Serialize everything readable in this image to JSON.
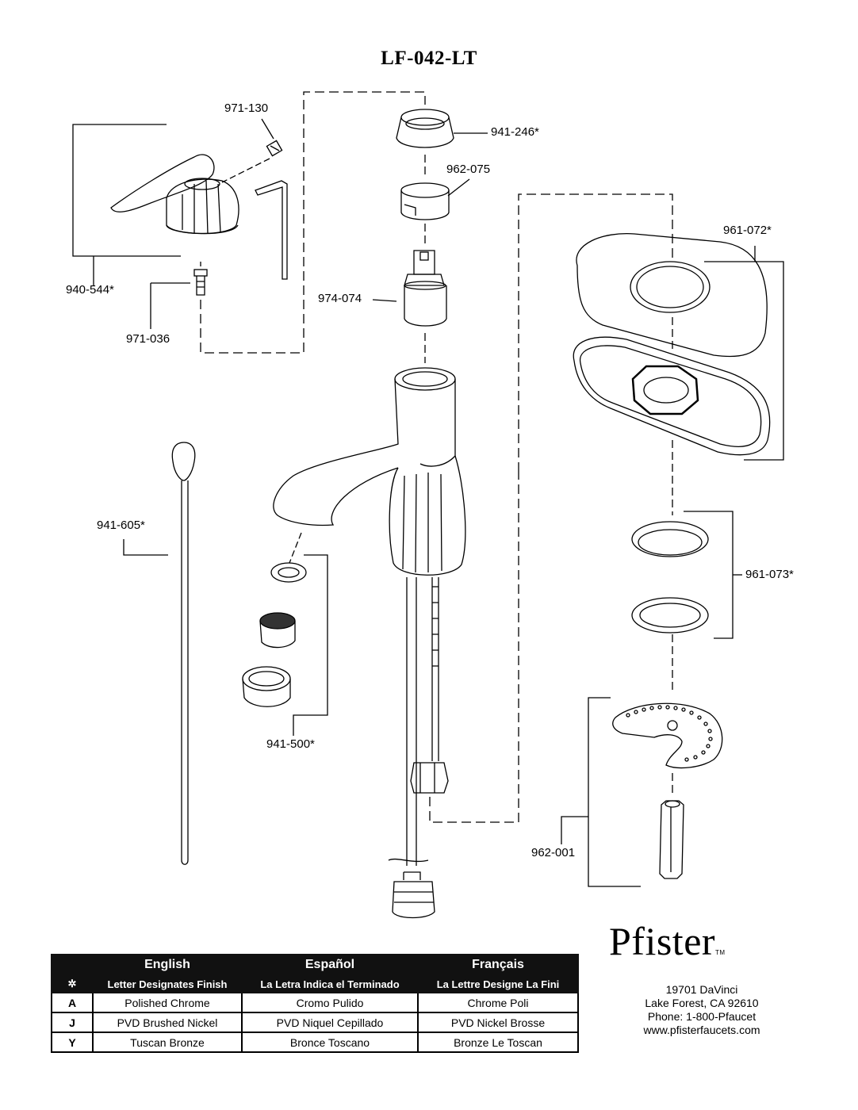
{
  "title": "LF-042-LT",
  "labels": {
    "p971_130": "971-130",
    "p941_246": "941-246*",
    "p962_075": "962-075",
    "p961_072": "961-072*",
    "p940_544": "940-544*",
    "p971_036": "971-036",
    "p974_074": "974-074",
    "p941_605": "941-605*",
    "p961_073": "961-073*",
    "p941_500": "941-500*",
    "p962_001": "962-001"
  },
  "finish_table": {
    "headers": [
      "English",
      "Español",
      "Français"
    ],
    "symbol_icon": "asterisk-icon",
    "subheaders": [
      "Letter Designates Finish",
      "La Letra Indica el Terminado",
      "La Lettre Designe La Fini"
    ],
    "rows": [
      {
        "code": "A",
        "en": "Polished Chrome",
        "es": "Cromo Pulido",
        "fr": "Chrome Poli"
      },
      {
        "code": "J",
        "en": "PVD Brushed Nickel",
        "es": "PVD Niquel Cepillado",
        "fr": "PVD Nickel Brosse"
      },
      {
        "code": "Y",
        "en": "Tuscan Bronze",
        "es": "Bronce Toscano",
        "fr": "Bronze Le Toscan"
      }
    ]
  },
  "brand": {
    "name": "Pfister",
    "tm": "TM",
    "address1": "19701 DaVinci",
    "address2": "Lake Forest, CA 92610",
    "phone": "Phone: 1-800-Pfaucet",
    "website": "www.pfisterfaucets.com"
  }
}
